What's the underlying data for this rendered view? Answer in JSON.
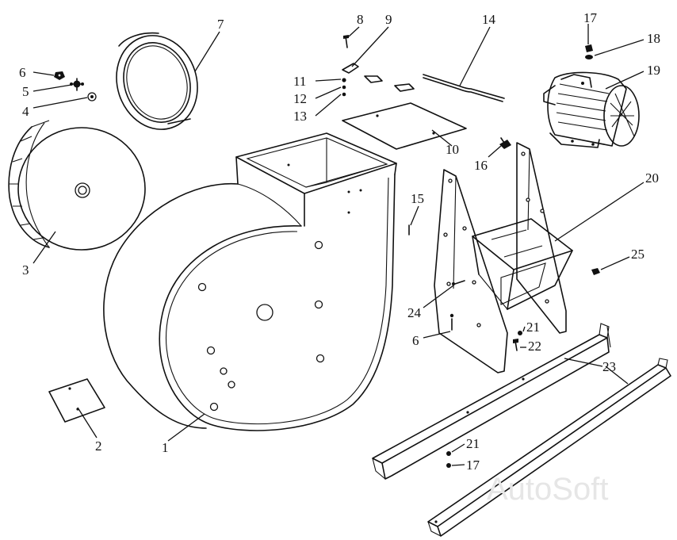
{
  "parts": [
    {
      "id": "p1",
      "label": "1"
    },
    {
      "id": "p2",
      "label": "2"
    },
    {
      "id": "p3",
      "label": "3"
    },
    {
      "id": "p4",
      "label": "4"
    },
    {
      "id": "p5",
      "label": "5"
    },
    {
      "id": "p6a",
      "label": "6"
    },
    {
      "id": "p6b",
      "label": "6"
    },
    {
      "id": "p7",
      "label": "7"
    },
    {
      "id": "p8",
      "label": "8"
    },
    {
      "id": "p9",
      "label": "9"
    },
    {
      "id": "p10",
      "label": "10"
    },
    {
      "id": "p11",
      "label": "11"
    },
    {
      "id": "p12",
      "label": "12"
    },
    {
      "id": "p13",
      "label": "13"
    },
    {
      "id": "p14",
      "label": "14"
    },
    {
      "id": "p15",
      "label": "15"
    },
    {
      "id": "p16",
      "label": "16"
    },
    {
      "id": "p17a",
      "label": "17"
    },
    {
      "id": "p17b",
      "label": "17"
    },
    {
      "id": "p18",
      "label": "18"
    },
    {
      "id": "p19",
      "label": "19"
    },
    {
      "id": "p20",
      "label": "20"
    },
    {
      "id": "p21a",
      "label": "21"
    },
    {
      "id": "p21b",
      "label": "21"
    },
    {
      "id": "p22",
      "label": "22"
    },
    {
      "id": "p23",
      "label": "23"
    },
    {
      "id": "p24",
      "label": "24"
    },
    {
      "id": "p25",
      "label": "25"
    }
  ],
  "watermark": "AutoSoft"
}
